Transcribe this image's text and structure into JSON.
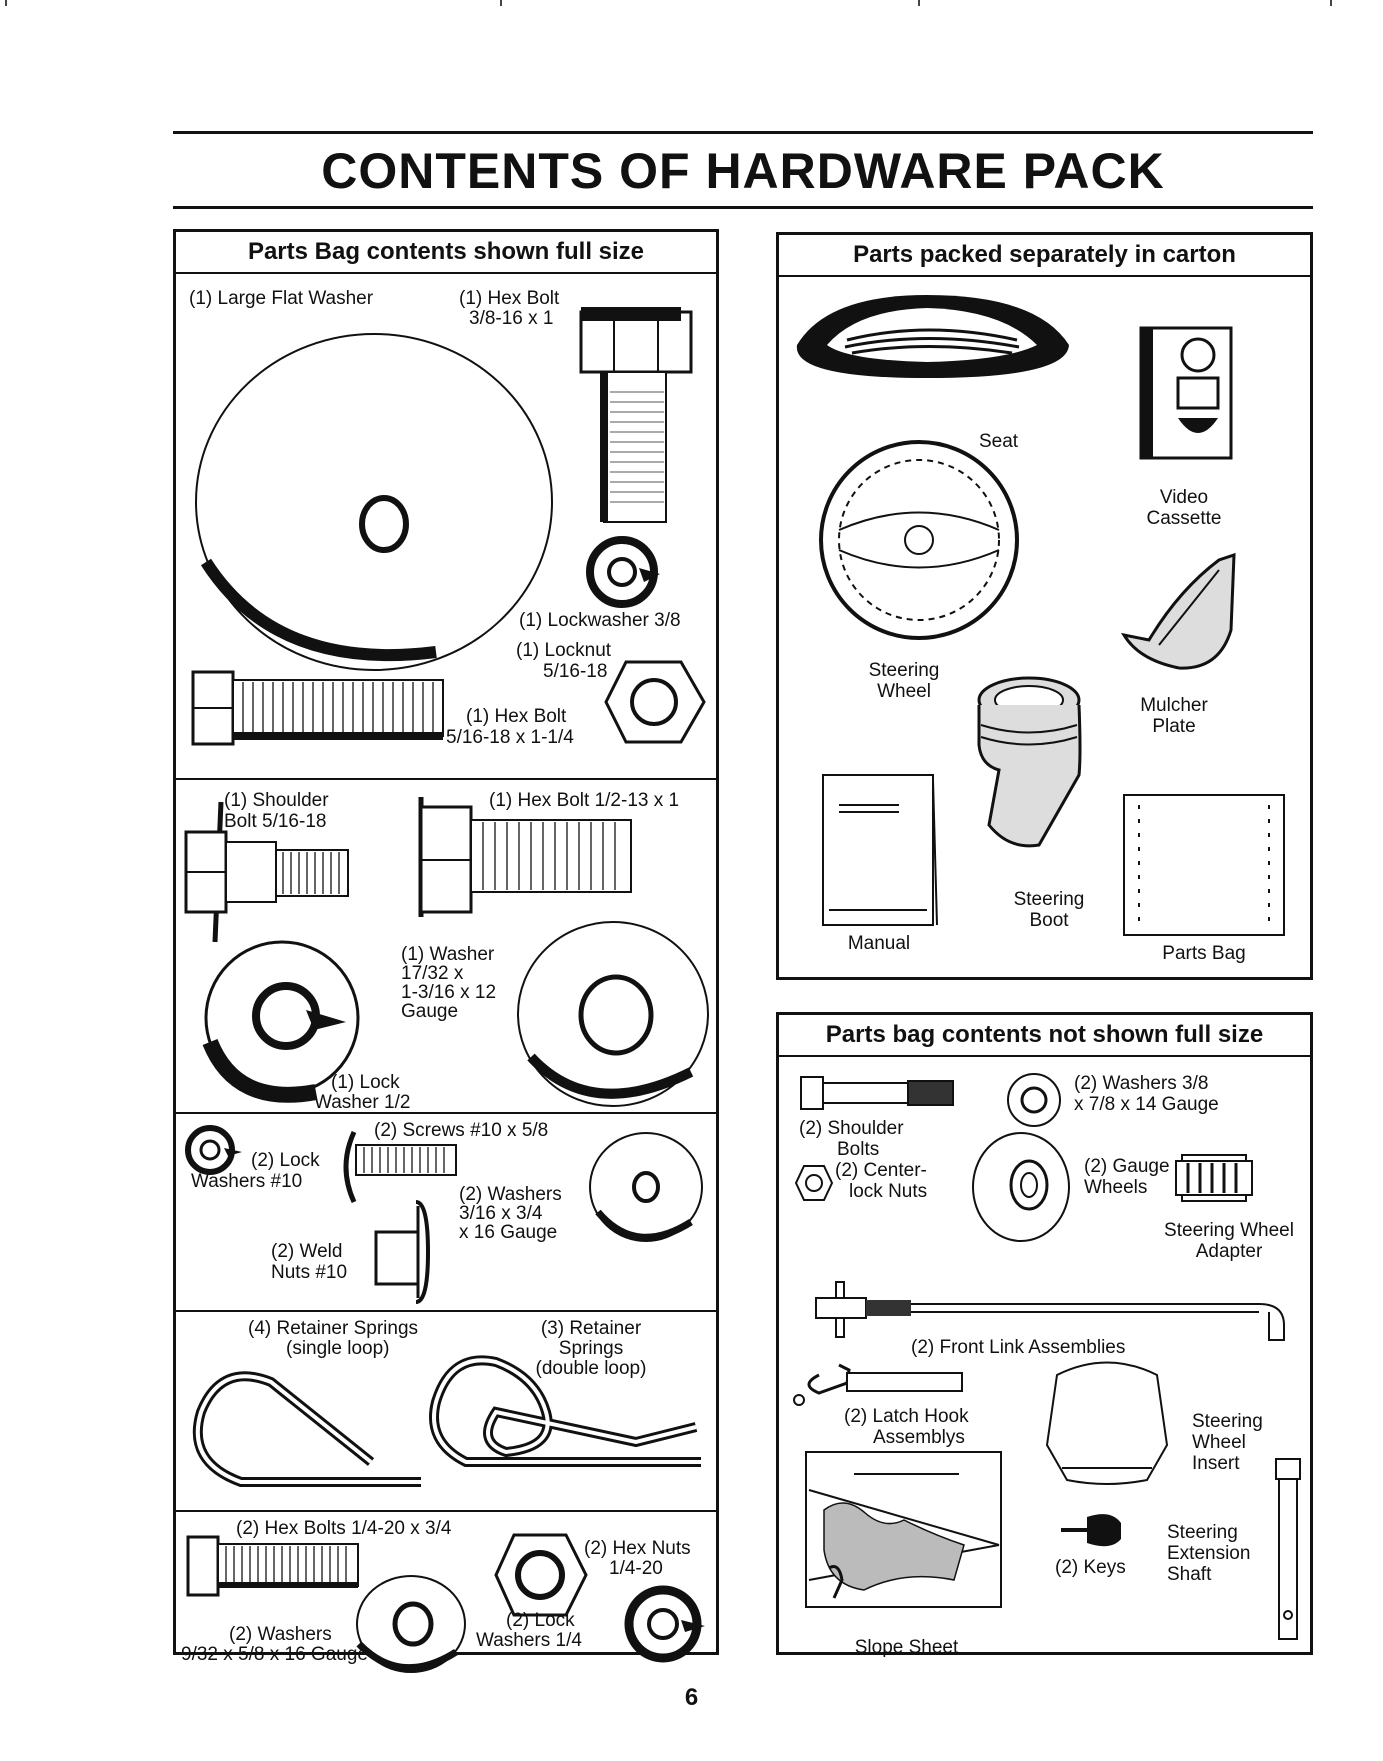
{
  "page_title": "CONTENTS OF HARDWARE PACK",
  "page_number": "6",
  "left_box": {
    "heading": "Parts Bag contents shown full size",
    "s1": {
      "large_flat_washer": "(1) Large Flat Washer",
      "hex_bolt_a1": "(1) Hex Bolt",
      "hex_bolt_a2": "3/8-16 x 1",
      "lockwasher": "(1) Lockwasher 3/8",
      "locknut1": "(1) Locknut",
      "locknut2": "5/16-18",
      "hex_bolt_b1": "(1) Hex Bolt",
      "hex_bolt_b2": "5/16-18 x 1-1/4"
    },
    "s2": {
      "shoulder1": "(1) Shoulder",
      "shoulder2": "Bolt  5/16-18",
      "hexbolt": "(1) Hex Bolt 1/2-13 x 1",
      "washer1": "(1) Washer",
      "washer2": "17/32 x",
      "washer3": "1-3/16 x 12",
      "washer4": "Gauge",
      "lock1": "(1) Lock",
      "lock2": "Washer  1/2"
    },
    "s3": {
      "lock1": "(2) Lock",
      "lock2": "Washers #10",
      "screws": "(2) Screws #10 x 5/8",
      "weld1": "(2) Weld",
      "weld2": "Nuts  #10",
      "washers1": "(2) Washers",
      "washers2": "3/16 x 3/4",
      "washers3": "x 16 Gauge"
    },
    "s4": {
      "single1": "(4)  Retainer Springs",
      "single2": "(single loop)",
      "double1": "(3)  Retainer",
      "double2": "Springs",
      "double3": "(double loop)"
    },
    "s5": {
      "hexbolts": "(2) Hex Bolts  1/4-20 x 3/4",
      "hexnuts1": "(2) Hex Nuts",
      "hexnuts2": "1/4-20",
      "washers1": "(2) Washers",
      "washers2": "9/32  x 5/8 x 16 Gauge",
      "lock1": "(2) Lock",
      "lock2": "Washers  1/4"
    }
  },
  "right_top": {
    "heading": "Parts packed separately in carton",
    "seat": "Seat",
    "video1": "Video",
    "video2": "Cassette",
    "steering1": "Steering",
    "steering2": "Wheel",
    "mulcher1": "Mulcher",
    "mulcher2": "Plate",
    "manual": "Manual",
    "boot1": "Steering",
    "boot2": "Boot",
    "partsbag": "Parts Bag"
  },
  "right_bottom": {
    "heading": "Parts bag contents not shown full size",
    "washers1": "(2) Washers  3/8",
    "washers2": "x 7/8 x 14 Gauge",
    "shoulder1": "(2) Shoulder",
    "shoulder2": "Bolts",
    "centerlock1": "(2) Center-",
    "centerlock2": "lock Nuts",
    "gauge1": "(2) Gauge",
    "gauge2": "Wheels",
    "adapter1": "Steering Wheel",
    "adapter2": "Adapter",
    "frontlink": "(2) Front Link Assemblies",
    "latch1": "(2) Latch Hook",
    "latch2": "Assemblys",
    "insert1": "Steering",
    "insert2": "Wheel",
    "insert3": "Insert",
    "keys": "(2) Keys",
    "ext1": "Steering",
    "ext2": "Extension",
    "ext3": "Shaft",
    "slope": "Slope Sheet"
  }
}
